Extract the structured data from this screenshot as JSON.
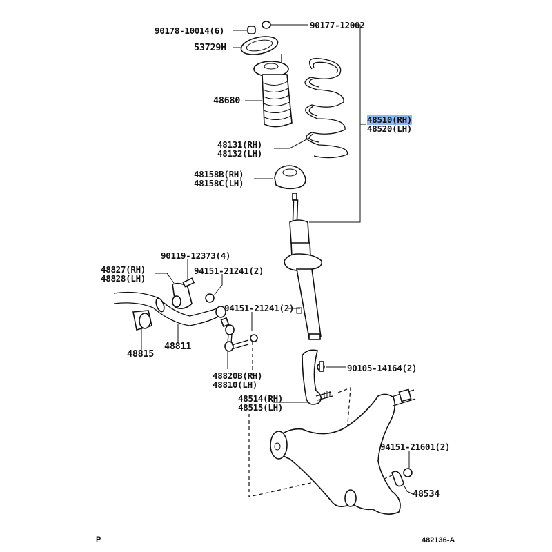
{
  "diagram": {
    "title_code": "482136-A",
    "corner_mark": "P",
    "highlight_color": "#8fb8f0",
    "labels": {
      "nut_90178": "90178-10014(6)",
      "nut_90177": "90177-12002",
      "ring_53729": "53729H",
      "bumper_48680": "48680",
      "spring_rh": "48131(RH)",
      "spring_lh": "48132(LH)",
      "absorber_rh": "48510(RH)",
      "absorber_lh": "48520(LH)",
      "insulator_rh": "48158B(RH)",
      "insulator_lh": "48158C(LH)",
      "bolt_90119": "90119-12373(4)",
      "bracket_rh": "48827(RH)",
      "bracket_lh": "48828(LH)",
      "nut_94151_a": "94151-21241(2)",
      "nut_94151_b": "94151-21241(2)",
      "bushing_48815": "48815",
      "bar_48811": "48811",
      "link_rh": "48820B(RH)",
      "link_lh": "48810(LH)",
      "bolt_90105": "90105-14164(2)",
      "knuckle_rh": "48514(RH)",
      "knuckle_lh": "48515(LH)",
      "nut_94151_c": "94151-21601(2)",
      "stopper_48534": "48534"
    },
    "selected_part": "48510(RH)"
  }
}
